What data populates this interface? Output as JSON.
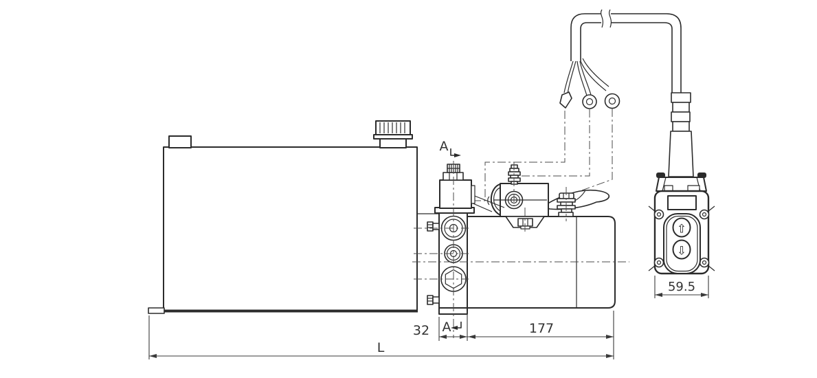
{
  "drawing": {
    "colors": {
      "line": "#2b2b2b",
      "dim": "#3a3a3a",
      "background": "#ffffff"
    },
    "section_markers": {
      "top": "A",
      "bottom": "A"
    },
    "dimensions": {
      "block_width": "32",
      "motor_length": "177",
      "overall_length": "L",
      "pendant_width": "59.5"
    },
    "pendant": {
      "up_button_glyph": "⇧",
      "down_button_glyph": "⇩"
    }
  }
}
